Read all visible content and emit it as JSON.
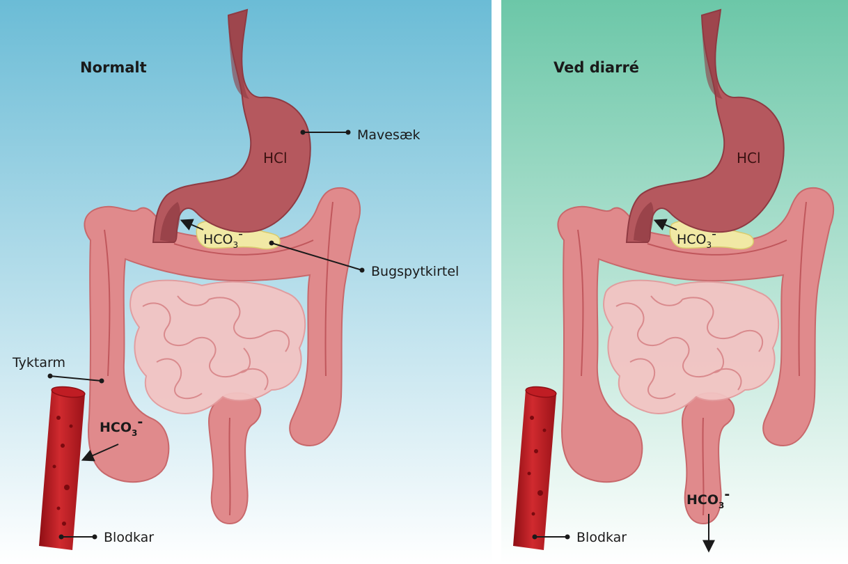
{
  "panels": [
    {
      "title": "Normalt",
      "stomach_label": "HCl",
      "pancreas_hco3": {
        "base": "HCO",
        "sub": "3",
        "sup": "-"
      },
      "colon_hco3": {
        "base": "HCO",
        "sub": "3",
        "sup": "-"
      },
      "callouts": {
        "stomach": "Mavesæk",
        "pancreas": "Bugspytkirtel",
        "colon": "Tyktarm",
        "vessel": "Blodkar"
      }
    },
    {
      "title": "Ved diarré",
      "stomach_label": "HCl",
      "pancreas_hco3": {
        "base": "HCO",
        "sub": "3",
        "sup": "-"
      },
      "rectum_hco3": {
        "base": "HCO",
        "sub": "3",
        "sup": "-"
      },
      "callouts": {
        "vessel": "Blodkar"
      }
    }
  ],
  "colors": {
    "left_bg_top": "#6bbcd6",
    "left_bg_bottom": "#ffffff",
    "right_bg_top": "#6cc7a8",
    "right_bg_bottom": "#ffffff",
    "stomach": "#b5585e",
    "stomach_dark": "#8f3a42",
    "colon": "#e08a8c",
    "colon_dark": "#c8686b",
    "small_intestine": "#f2c4c3",
    "pancreas": "#f1e9a5",
    "vessel": "#c01d24",
    "vessel_dark": "#8e0e14"
  }
}
